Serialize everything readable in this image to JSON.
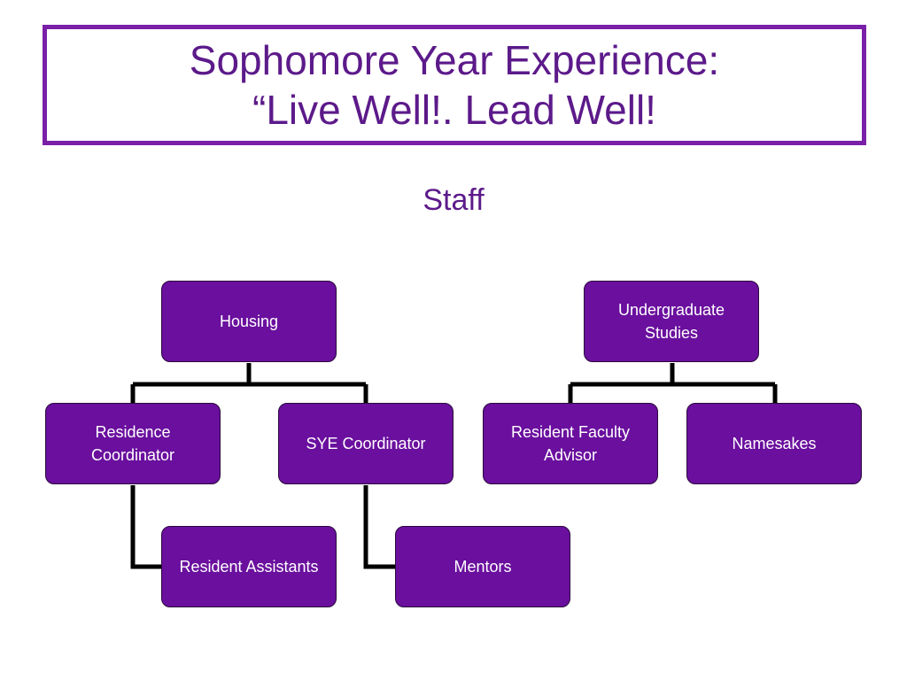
{
  "title": {
    "line1": "Sophomore Year Experience:",
    "line2": "“Live Well!. Lead Well!"
  },
  "subtitle": "Staff",
  "colors": {
    "title_text": "#5c1a8a",
    "frame_border": "#7a1fa8",
    "node_fill": "#6a0f9e",
    "node_text": "#ffffff",
    "connector": "#000000"
  },
  "org_chart": {
    "housing": "Housing",
    "residence_coordinator": "Residence Coordinator",
    "sye_coordinator": "SYE Coordinator",
    "resident_assistants": "Resident Assistants",
    "mentors": "Mentors",
    "undergraduate_studies": "Undergraduate Studies",
    "resident_faculty_advisor": "Resident Faculty Advisor",
    "namesakes": "Namesakes"
  }
}
